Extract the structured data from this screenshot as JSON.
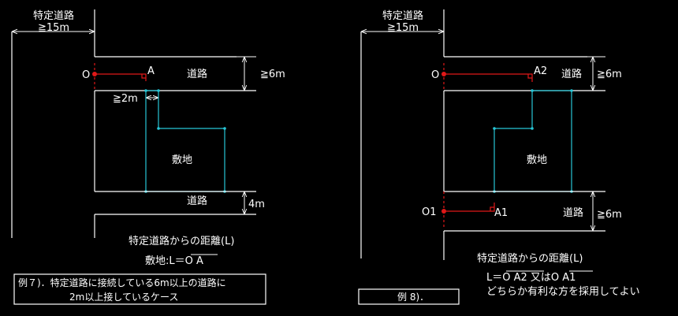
{
  "left": {
    "header_top": "特定道路",
    "header_bottom": "≧15m",
    "point_o": "O",
    "point_a": "A",
    "road_top": "道路",
    "width_top": "≧6m",
    "gap_label": "≧2m",
    "site": "敷地",
    "road_bottom": "道路",
    "width_bottom": "4m",
    "dist_title": "特定道路からの距離(L)",
    "formula": "敷地:L＝O A",
    "caption_line1": "例７)．特定道路に接続している6m以上の道路に",
    "caption_line2": "2m以上接しているケース"
  },
  "right": {
    "header_top": "特定道路",
    "header_bottom": "≧15m",
    "point_o": "O",
    "point_a2": "A2",
    "road_top": "道路",
    "width_top": "≧6m",
    "site": "敷地",
    "point_o1": "O1",
    "point_a1": "A1",
    "road_bottom": "道路",
    "width_bottom": "≧6m",
    "dist_title": "特定道路からの距離(L)",
    "formula": "L＝O A2 又はO A1",
    "note": "どちらか有利な方を採用してよい",
    "caption": "例 8)．"
  },
  "colors": {
    "background": "#000000",
    "lines": "#ffffff",
    "site_outline": "#27c6d6",
    "distance": "#e01818"
  }
}
